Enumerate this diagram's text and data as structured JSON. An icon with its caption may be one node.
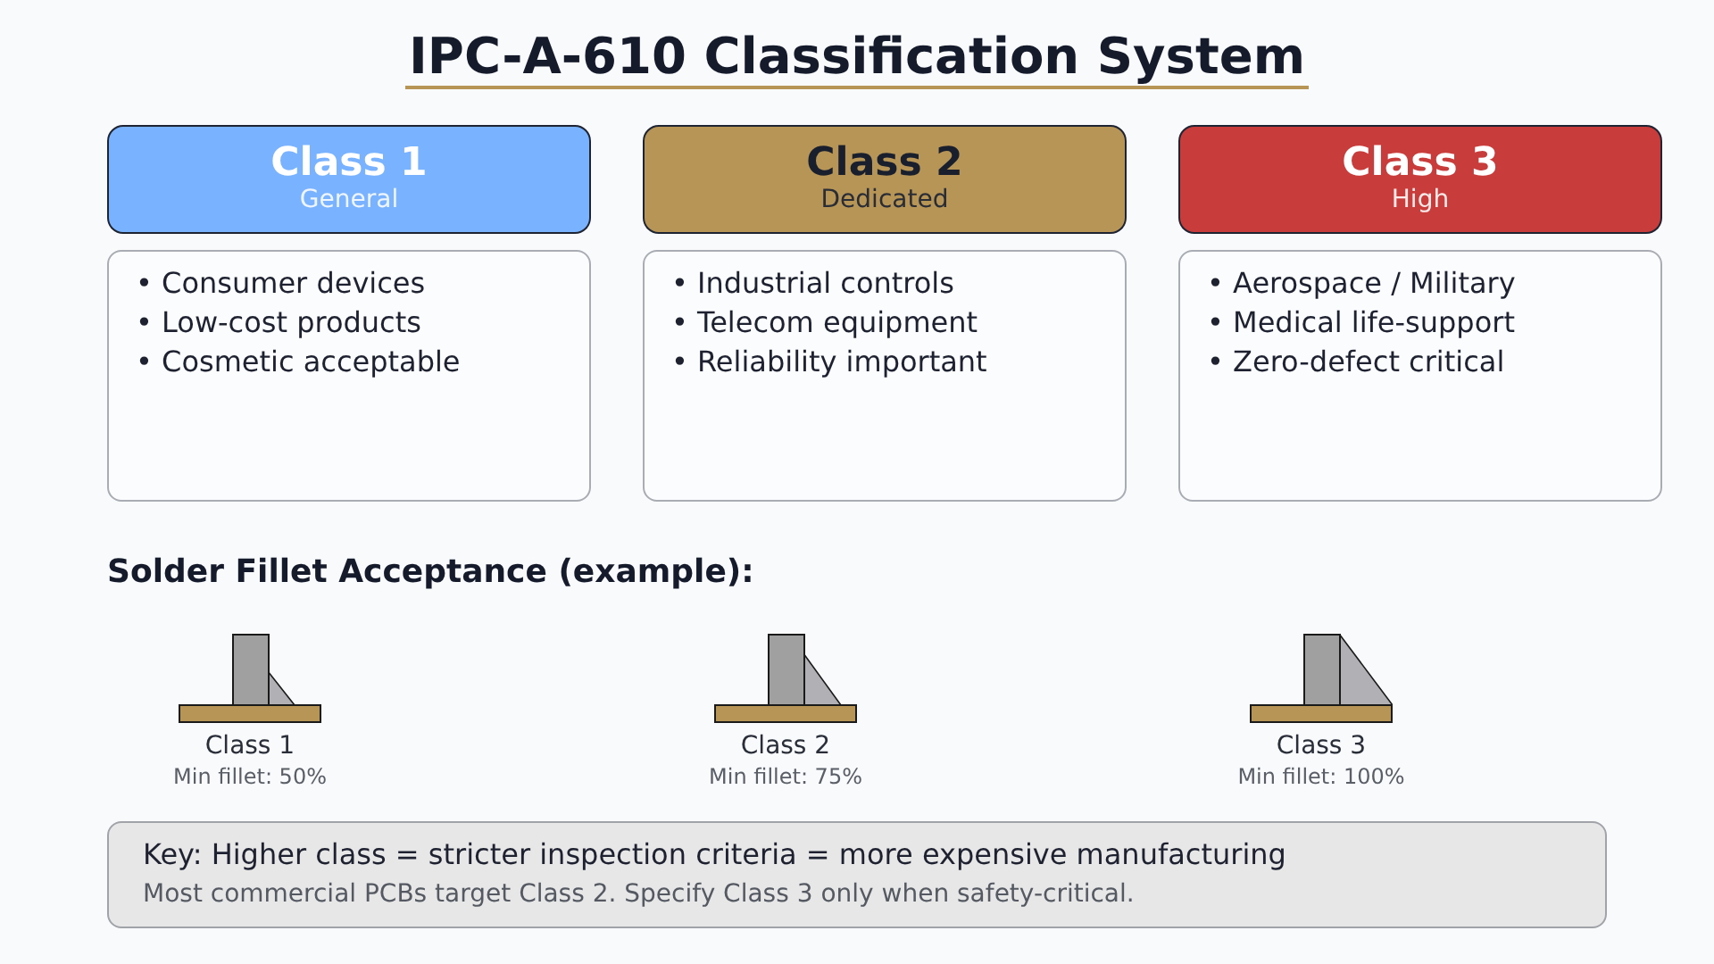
{
  "diagram": {
    "title": "IPC-A-610 Classification System",
    "nodes": [
      {
        "text": [
          "Class 1",
          "General"
        ]
      },
      {
        "text": [
          "• Consumer devices",
          "• Low-cost products",
          "• Cosmetic acceptable"
        ]
      },
      {
        "text": [
          "Class 2",
          "Dedicated"
        ]
      },
      {
        "text": [
          "• Industrial controls",
          "• Telecom equipment",
          "• Reliability important"
        ]
      },
      {
        "text": [
          "Class 3",
          "High"
        ]
      },
      {
        "text": [
          "• Aerospace / Military",
          "• Medical life-support",
          "• Zero-defect critical"
        ]
      },
      {
        "text": [
          "Key: Higher class = stricter inspection criteria = more expensive manufacturing",
          "Most commercial PCBs target Class 2. Specify Class 3 only when safety-critical."
        ]
      }
    ],
    "labels": [
      "Solder Fillet Acceptance (example):",
      "Class 1",
      "Min fillet: 50%",
      "Class 2",
      "Min fillet: 75%",
      "Class 3",
      "Min fillet: 100%"
    ]
  }
}
